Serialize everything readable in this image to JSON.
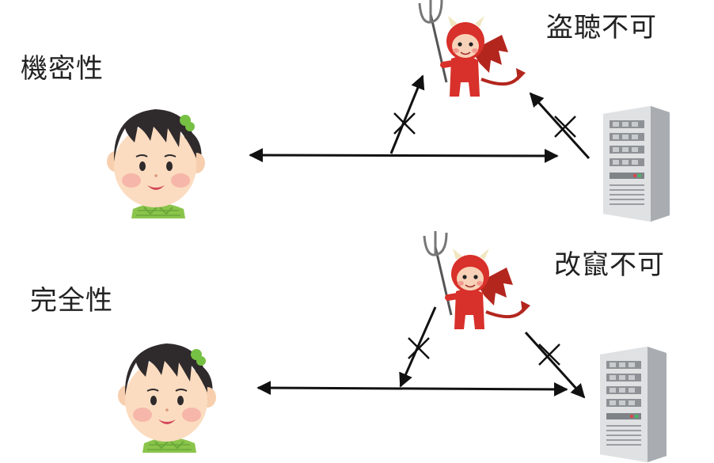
{
  "panels": [
    {
      "property_label": "機密性",
      "threat_label": "盗聴不可",
      "colors": {
        "arrow": "#111111",
        "devil": "#d8302a",
        "server": "#c9ccce",
        "hair": "#2f2a2c",
        "shirt": "#8ac44a"
      }
    },
    {
      "property_label": "完全性",
      "threat_label": "改竄不可",
      "colors": {
        "arrow": "#111111",
        "devil": "#d8302a",
        "server": "#c9ccce",
        "hair": "#2f2a2c",
        "shirt": "#8ac44a"
      }
    }
  ],
  "icons": {
    "person": "girl-user-icon",
    "attacker": "devil-attacker-icon",
    "server": "server-tower-icon",
    "blocked": "cross-mark-icon"
  }
}
